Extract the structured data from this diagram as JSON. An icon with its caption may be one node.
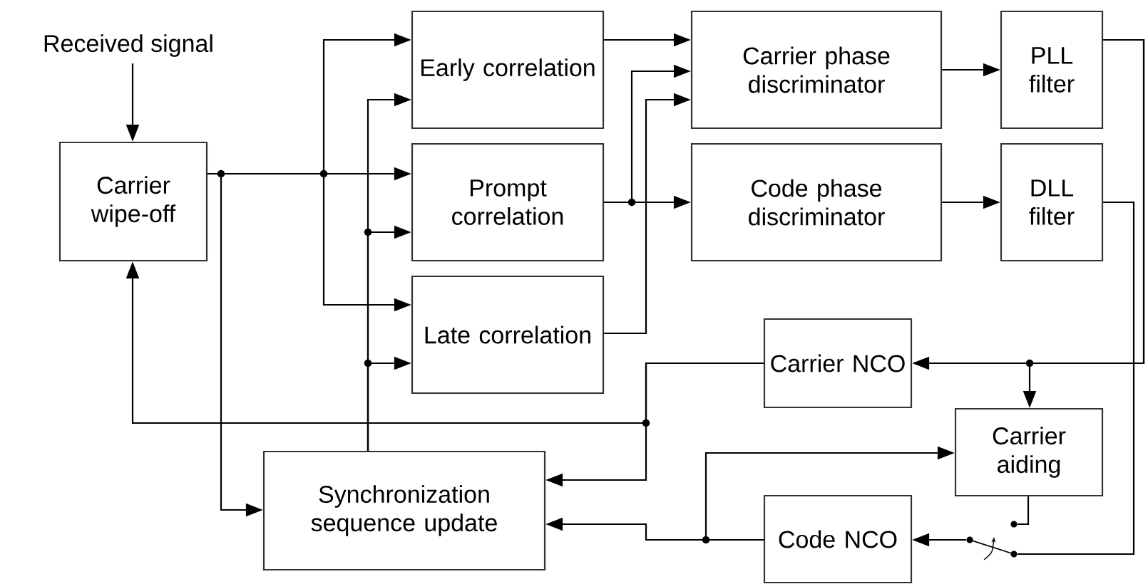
{
  "diagram": {
    "nodes": [
      {
        "text": [
          "Received signal"
        ]
      },
      {
        "text": [
          "Carrier wipe-off"
        ]
      },
      {
        "text": [
          "Early correlation"
        ]
      },
      {
        "text": [
          "Prompt correlation"
        ]
      },
      {
        "text": [
          "Late correlation"
        ]
      },
      {
        "text": [
          "Carrier phase discriminator"
        ]
      },
      {
        "text": [
          "Code phase discriminator"
        ]
      },
      {
        "text": [
          "PLL filter"
        ]
      },
      {
        "text": [
          "DLL filter"
        ]
      },
      {
        "text": [
          "Carrier NCO"
        ]
      },
      {
        "text": [
          "Carrier aiding"
        ]
      },
      {
        "text": [
          "Synchronization sequence update"
        ]
      },
      {
        "text": [
          "Code NCO"
        ]
      },
      {
        "text": [],
        "shape": "switch"
      }
    ],
    "edges": [
      {
        "from": 0,
        "to": 1,
        "arrow": "to"
      },
      {
        "from": 1,
        "to": 2,
        "arrow": "to"
      },
      {
        "from": 1,
        "to": 3,
        "arrow": "to"
      },
      {
        "from": 1,
        "to": 4,
        "arrow": "to"
      },
      {
        "from": 1,
        "to": 11,
        "arrow": "to"
      },
      {
        "from": 11,
        "to": 2,
        "arrow": "to"
      },
      {
        "from": 11,
        "to": 3,
        "arrow": "to"
      },
      {
        "from": 11,
        "to": 4,
        "arrow": "to"
      },
      {
        "from": 2,
        "to": 5,
        "arrow": "to"
      },
      {
        "from": 3,
        "to": 5,
        "arrow": "to"
      },
      {
        "from": 3,
        "to": 6,
        "arrow": "to"
      },
      {
        "from": 4,
        "to": 5,
        "arrow": "to"
      },
      {
        "from": 5,
        "to": 7,
        "arrow": "to"
      },
      {
        "from": 6,
        "to": 8,
        "arrow": "to"
      },
      {
        "from": 7,
        "to": 9,
        "arrow": "to"
      },
      {
        "from": 7,
        "to": 10,
        "arrow": "to"
      },
      {
        "from": 8,
        "to": 13,
        "arrow": "none"
      },
      {
        "from": 10,
        "to": 13,
        "arrow": "none"
      },
      {
        "from": 13,
        "to": 12,
        "arrow": "to"
      },
      {
        "from": 9,
        "to": 1,
        "arrow": "to"
      },
      {
        "from": 9,
        "to": 11,
        "arrow": "to"
      },
      {
        "from": 12,
        "to": 11,
        "arrow": "to"
      },
      {
        "from": 12,
        "to": 10,
        "arrow": "to"
      }
    ]
  }
}
